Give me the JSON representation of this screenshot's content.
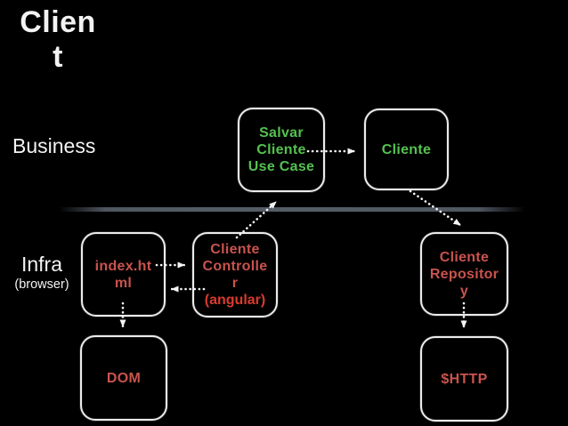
{
  "slide": {
    "title": "Clien\nt",
    "layers": {
      "business_label": "Business",
      "infra_label": "Infra",
      "infra_sublabel": "(browser)"
    },
    "boxes": {
      "use_case": {
        "label": "Salvar\nCliente\nUse Case"
      },
      "cliente": {
        "label": "Cliente"
      },
      "index_html": {
        "label": "index.ht\nml"
      },
      "controller": {
        "label": "Cliente\nControlle\nr",
        "sublabel": "(angular)"
      },
      "repository": {
        "label": "Cliente\nRepositor\ny"
      },
      "dom": {
        "label": "DOM"
      },
      "http": {
        "label": "$HTTP"
      }
    },
    "colors": {
      "background": "#000000",
      "business_green": "#54c24f",
      "infra_red": "#c9534e",
      "angular_red": "#d93b2e",
      "box_border": "#ebebeb",
      "text_white": "#f3f3f3",
      "divider_gray": "#545c66",
      "arrow_white": "#f5f5f5"
    }
  }
}
